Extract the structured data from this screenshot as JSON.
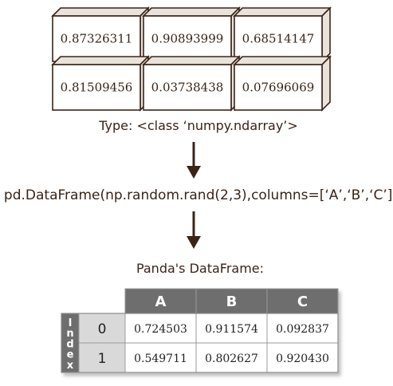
{
  "ndarray": {
    "rows": [
      [
        "0.87326311",
        "0.90893999",
        "0.68514147"
      ],
      [
        "0.81509456",
        "0.03738438",
        "0.07696069"
      ]
    ],
    "type_caption": "Type: <class ‘numpy.ndarray’>"
  },
  "code_line": "pd.DataFrame(np.random.rand(2,3),columns=[‘A’,‘B’,‘C’])",
  "dataframe": {
    "title": "Panda's DataFrame:",
    "columns": [
      "A",
      "B",
      "C"
    ],
    "index_label": [
      "I",
      "n",
      "d",
      "e",
      "x"
    ],
    "index": [
      "0",
      "1"
    ],
    "rows": [
      [
        "0.724503",
        "0.911574",
        "0.092837"
      ],
      [
        "0.549711",
        "0.802627",
        "0.920430"
      ]
    ]
  },
  "colors": {
    "cube_face": "#ffffff",
    "cube_side": "#eae3dc",
    "cube_stroke": "#3a2418",
    "arrow": "#3a2418",
    "header_fill": "#6e6e6e",
    "index_fill": "#d9d9d9",
    "index_label_fill": "#6e6e6e"
  }
}
